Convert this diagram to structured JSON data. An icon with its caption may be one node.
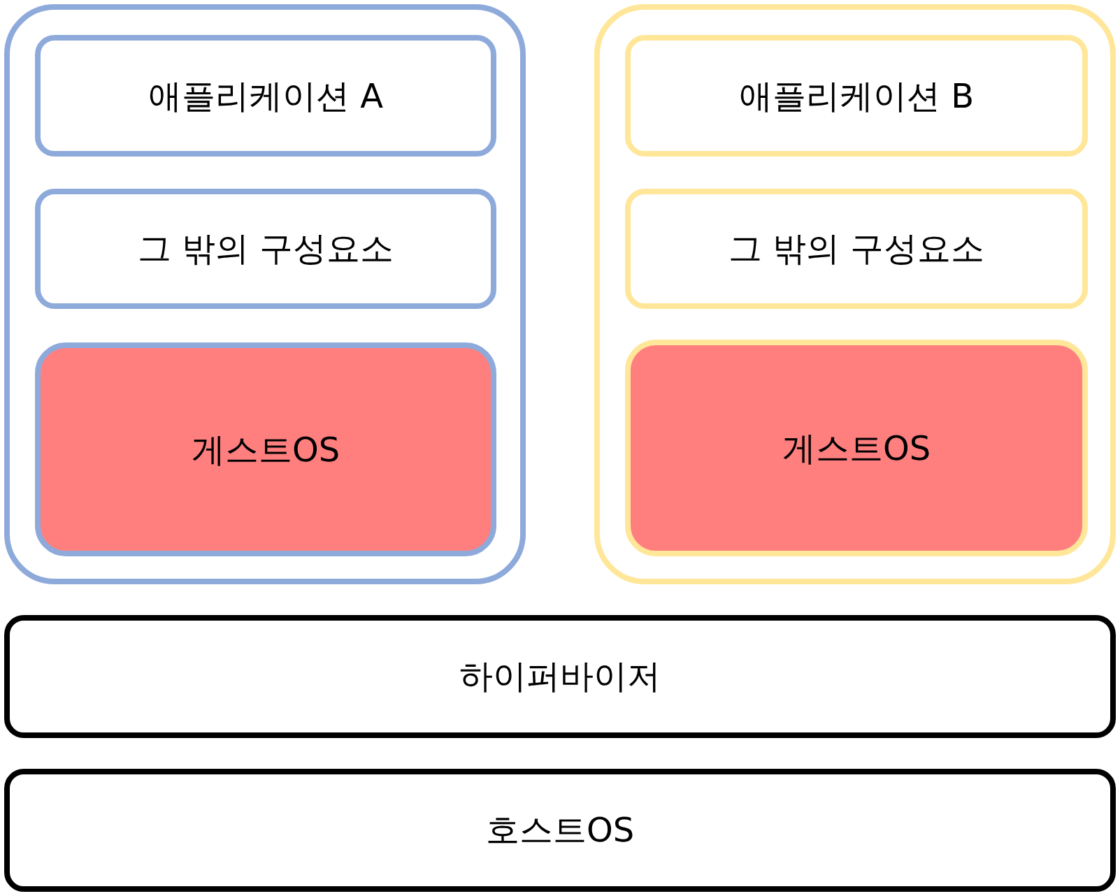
{
  "diagram": {
    "nodes": [
      {
        "text": [],
        "shape": "box"
      },
      {
        "text": [
          "애플리케이션 A"
        ],
        "in": 0
      },
      {
        "text": [
          "그 밖의 구성요소"
        ],
        "in": 0
      },
      {
        "text": [
          "게스트OS"
        ],
        "in": 0
      },
      {
        "text": [],
        "shape": "box"
      },
      {
        "text": [
          "애플리케이션 B"
        ],
        "in": 4
      },
      {
        "text": [
          "그 밖의 구성요소"
        ],
        "in": 4
      },
      {
        "text": [
          "게스트OS"
        ],
        "in": 4
      },
      {
        "text": [
          "하이퍼바이저"
        ]
      },
      {
        "text": [
          "호스트OS"
        ]
      }
    ],
    "edges": []
  }
}
